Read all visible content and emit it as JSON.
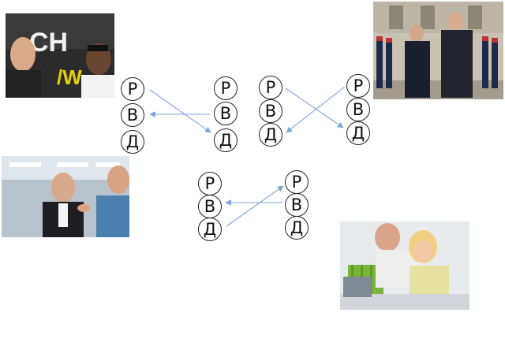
{
  "groups": {
    "g1_left": {
      "p": "Р",
      "v": "В",
      "d": "Д"
    },
    "g1_right": {
      "p": "Р",
      "v": "В",
      "d": "Д"
    },
    "g2_left": {
      "p": "Р",
      "v": "В",
      "d": "Д"
    },
    "g2_right": {
      "p": "Р",
      "v": "В",
      "d": "Д"
    },
    "g3_left": {
      "p": "Р",
      "v": "В",
      "d": "Д"
    },
    "g3_right": {
      "p": "Р",
      "v": "В",
      "d": "Д"
    }
  },
  "colors": {
    "arrow": "#7ea6d8",
    "circle_stroke": "#222222"
  }
}
